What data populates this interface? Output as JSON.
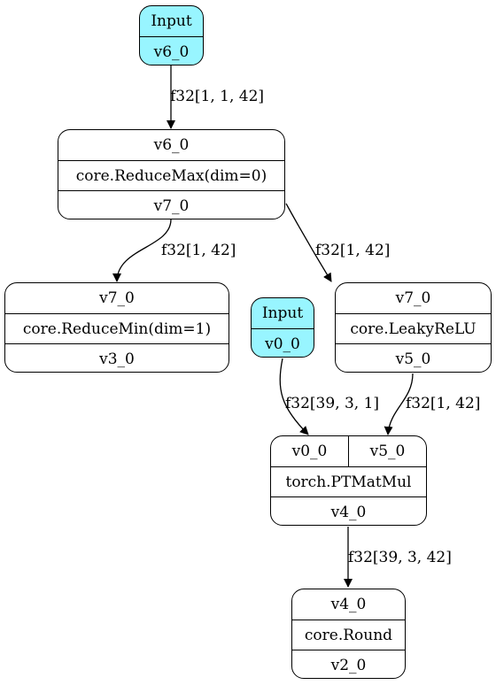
{
  "nodes": {
    "input_v6": {
      "title": "Input",
      "value": "v6_0"
    },
    "reducemax": {
      "in": "v6_0",
      "op": "core.ReduceMax(dim=0)",
      "out": "v7_0"
    },
    "reducemin": {
      "in": "v7_0",
      "op": "core.ReduceMin(dim=1)",
      "out": "v3_0"
    },
    "input_v0": {
      "title": "Input",
      "value": "v0_0"
    },
    "leakyrelu": {
      "in": "v7_0",
      "op": "core.LeakyReLU",
      "out": "v5_0"
    },
    "matmul": {
      "in_a": "v0_0",
      "in_b": "v5_0",
      "op": "torch.PTMatMul",
      "out": "v4_0"
    },
    "round": {
      "in": "v4_0",
      "op": "core.Round",
      "out": "v2_0"
    }
  },
  "edges": {
    "e1": "f32[1, 1, 42]",
    "e2": "f32[1, 42]",
    "e3": "f32[1, 42]",
    "e4": "f32[39, 3, 1]",
    "e5": "f32[1, 42]",
    "e6": "f32[39, 3, 42]"
  },
  "colors": {
    "input_fill": "#98f5ff",
    "stroke": "#000000"
  }
}
